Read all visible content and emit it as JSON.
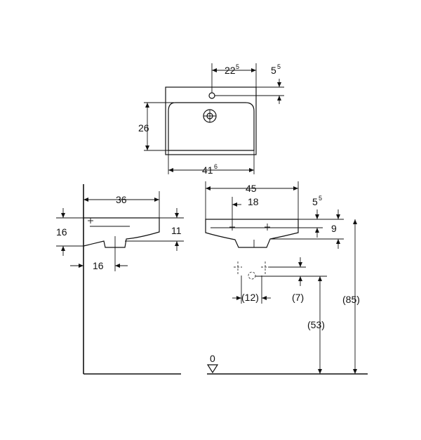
{
  "top_view": {
    "dim_tap_offset": "22",
    "dim_tap_offset_sup": "5",
    "dim_tap_depth": "5",
    "dim_tap_depth_sup": "5",
    "dim_bowl_depth": "26",
    "dim_bowl_width": "41",
    "dim_bowl_width_sup": "6"
  },
  "side_view": {
    "dim_depth": "36",
    "dim_height": "16",
    "dim_rim": "11",
    "dim_waste": "16"
  },
  "front_view": {
    "dim_width": "45",
    "dim_tap_hole": "18",
    "dim_top_offset": "5",
    "dim_top_offset_sup": "5",
    "dim_rim": "9",
    "dim_waste_spacing": "(12)",
    "dim_waste_offset": "(7)",
    "dim_waste_height": "(53)",
    "dim_total_height": "(85)",
    "floor_level": "0"
  }
}
